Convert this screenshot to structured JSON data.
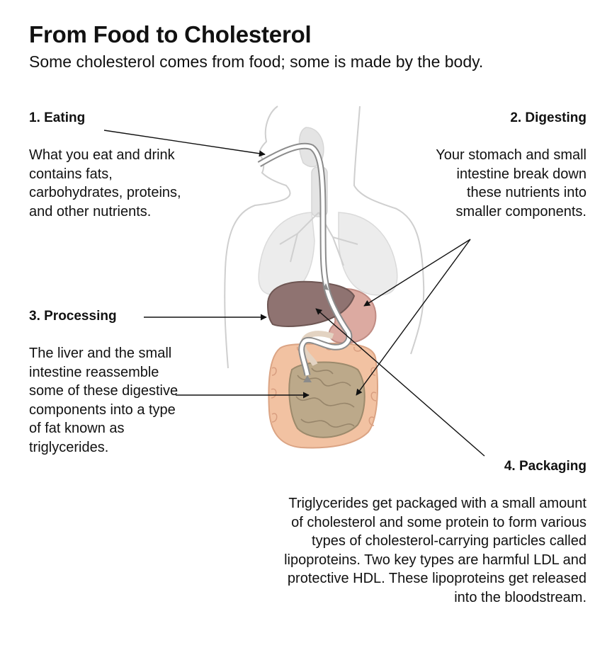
{
  "title": "From Food to Cholesterol",
  "subtitle": "Some cholesterol comes from food; some is made by the body.",
  "steps": [
    {
      "title": "1. Eating",
      "text": "What you eat and drink contains fats, carbohydrates, proteins, and other nutrients."
    },
    {
      "title": "2. Digesting",
      "text": "Your stomach and small intestine break down these nutrients into smaller components."
    },
    {
      "title": "3. Processing",
      "text": "The liver and the small intestine reassemble some of these digestive components into a type of fat known as triglycerides."
    },
    {
      "title": "4. Packaging",
      "text": "Triglycerides get packaged with a small amount of cholesterol and some protein to form various types of cholesterol-carrying particles called lipoproteins. Two key types are harmful LDL and protective HDL. These lipoproteins get released into the bloodstream."
    }
  ],
  "colors": {
    "body_outline": "#cfcfcf",
    "lungs": "#e6e6e6",
    "liver": "#8f7371",
    "stomach": "#d9a29a",
    "colon": "#f2c2a2",
    "small_intestine": "#b9a887",
    "arrow": "#111111"
  }
}
